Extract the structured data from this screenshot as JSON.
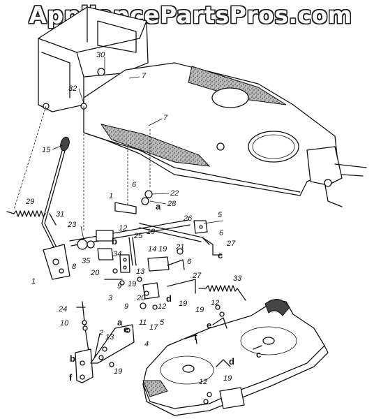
{
  "watermark": "AppliancePartsPros.com",
  "callouts": [
    {
      "id": "c30",
      "text": "30",
      "bold": false
    },
    {
      "id": "c7a",
      "text": "7",
      "bold": false
    },
    {
      "id": "c32",
      "text": "32",
      "bold": false
    },
    {
      "id": "c7b",
      "text": "7",
      "bold": false
    },
    {
      "id": "c15",
      "text": "15",
      "bold": false
    },
    {
      "id": "c6a",
      "text": "6",
      "bold": false
    },
    {
      "id": "c22",
      "text": "22",
      "bold": false
    },
    {
      "id": "c28",
      "text": "28",
      "bold": false
    },
    {
      "id": "c1a",
      "text": "1",
      "bold": false
    },
    {
      "id": "ca1",
      "text": "a",
      "bold": true
    },
    {
      "id": "c29",
      "text": "29",
      "bold": false
    },
    {
      "id": "c31",
      "text": "31",
      "bold": false
    },
    {
      "id": "c12a",
      "text": "12",
      "bold": false
    },
    {
      "id": "c19a",
      "text": "19",
      "bold": false
    },
    {
      "id": "c5a",
      "text": "5",
      "bold": false
    },
    {
      "id": "c26",
      "text": "26",
      "bold": false
    },
    {
      "id": "c6b",
      "text": "6",
      "bold": false
    },
    {
      "id": "c23",
      "text": "23",
      "bold": false
    },
    {
      "id": "c25",
      "text": "25",
      "bold": false
    },
    {
      "id": "cb1",
      "text": "b",
      "bold": true
    },
    {
      "id": "c14",
      "text": "14",
      "bold": false
    },
    {
      "id": "c19b",
      "text": "19",
      "bold": false
    },
    {
      "id": "c21",
      "text": "21",
      "bold": false
    },
    {
      "id": "c27a",
      "text": "27",
      "bold": false
    },
    {
      "id": "cc1",
      "text": "c",
      "bold": true
    },
    {
      "id": "c8",
      "text": "8",
      "bold": false
    },
    {
      "id": "c34",
      "text": "34",
      "bold": false
    },
    {
      "id": "c35",
      "text": "35",
      "bold": false
    },
    {
      "id": "c6c",
      "text": "6",
      "bold": false
    },
    {
      "id": "c1b",
      "text": "1",
      "bold": false
    },
    {
      "id": "c20a",
      "text": "20",
      "bold": false
    },
    {
      "id": "c13a",
      "text": "13",
      "bold": false
    },
    {
      "id": "c19c",
      "text": "19",
      "bold": false
    },
    {
      "id": "c9a",
      "text": "9",
      "bold": false
    },
    {
      "id": "c3",
      "text": "3",
      "bold": false
    },
    {
      "id": "c27b",
      "text": "27",
      "bold": false
    },
    {
      "id": "cd1",
      "text": "d",
      "bold": true
    },
    {
      "id": "c19d",
      "text": "19",
      "bold": false
    },
    {
      "id": "c33",
      "text": "33",
      "bold": false
    },
    {
      "id": "c20b",
      "text": "20",
      "bold": false
    },
    {
      "id": "c12b",
      "text": "12",
      "bold": false
    },
    {
      "id": "c9b",
      "text": "9",
      "bold": false
    },
    {
      "id": "c24",
      "text": "24",
      "bold": false
    },
    {
      "id": "c11",
      "text": "11",
      "bold": false
    },
    {
      "id": "c17",
      "text": "17",
      "bold": false
    },
    {
      "id": "c5b",
      "text": "5",
      "bold": false
    },
    {
      "id": "c12c",
      "text": "12",
      "bold": false
    },
    {
      "id": "c19e",
      "text": "19",
      "bold": false
    },
    {
      "id": "c10",
      "text": "10",
      "bold": false
    },
    {
      "id": "ca2",
      "text": "a",
      "bold": true
    },
    {
      "id": "ce1",
      "text": "e",
      "bold": true
    },
    {
      "id": "ce2",
      "text": "e",
      "bold": true
    },
    {
      "id": "c2",
      "text": "2",
      "bold": false
    },
    {
      "id": "c13b",
      "text": "13",
      "bold": false
    },
    {
      "id": "c4",
      "text": "4",
      "bold": false
    },
    {
      "id": "cf1",
      "text": "f",
      "bold": true
    },
    {
      "id": "cb2",
      "text": "b",
      "bold": true
    },
    {
      "id": "c19f",
      "text": "19",
      "bold": false
    },
    {
      "id": "cf2",
      "text": "f",
      "bold": true
    },
    {
      "id": "cd2",
      "text": "d",
      "bold": true
    },
    {
      "id": "cc2",
      "text": "c",
      "bold": true
    },
    {
      "id": "c12d",
      "text": "12",
      "bold": false
    },
    {
      "id": "c19g",
      "text": "19",
      "bold": false
    }
  ]
}
